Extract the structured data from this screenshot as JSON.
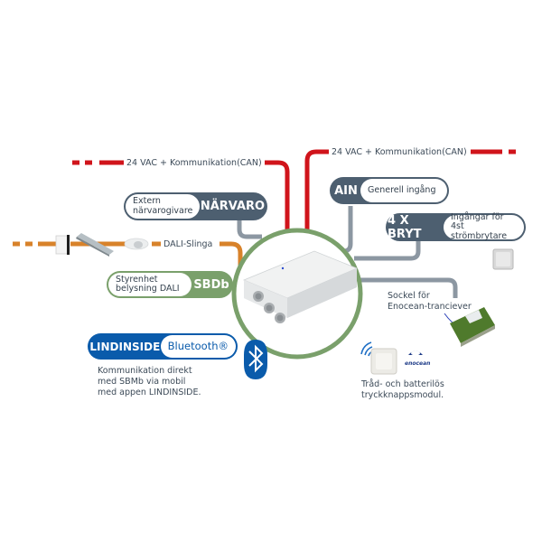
{
  "colors": {
    "can_red": "#d0141b",
    "dali_orange": "#d8822a",
    "slate": "#4d5f70",
    "connector_gray": "#8c97a2",
    "green": "#7aa06b",
    "lindinside_blue": "#0a5bab",
    "bluetooth_blue": "#0a5bab"
  },
  "can_bus": {
    "left_label": "24 VAC + Kommunikation(CAN)",
    "right_label": "24 VAC + Kommunikation(CAN)"
  },
  "dali": {
    "label": "DALI-Slinga"
  },
  "narvaro": {
    "tag": "NÄRVARO",
    "description_line1": "Extern",
    "description_line2": "närvarogivare"
  },
  "ain": {
    "tag": "AIN",
    "description": "Generell ingång"
  },
  "bryt": {
    "tag": "4 X BRYT",
    "description_line1": "Ingångar för 4st",
    "description_line2": "strömbrytare"
  },
  "sbdb": {
    "tag": "SBDb",
    "description_line1": "Styrenhet",
    "description_line2": "belysning DALI"
  },
  "lindinside": {
    "tag": "LINDINSIDE",
    "badge": "Bluetooth®",
    "text_lines": [
      "Kommunikation direkt",
      "med SBMb via mobil",
      "med appen LINDINSIDE."
    ]
  },
  "enocean": {
    "socket_lines": [
      "Sockel för",
      "Enocean-tranciever"
    ],
    "module_lines": [
      "Tråd- och batterilös",
      "tryckknappsmodul."
    ],
    "logo_text": "enocean"
  },
  "icons": {
    "bluetooth": "bluetooth-icon",
    "wireless": "wireless-signal-icon",
    "enocean_logo": "enocean-logo-icon",
    "controller": "controller-box-icon",
    "switch": "push-button-switch-icon",
    "transceiver": "transceiver-module-icon",
    "luminaire": "luminaire-icon",
    "presence_sensor": "presence-sensor-icon",
    "dali_driver": "dali-driver-icon"
  }
}
